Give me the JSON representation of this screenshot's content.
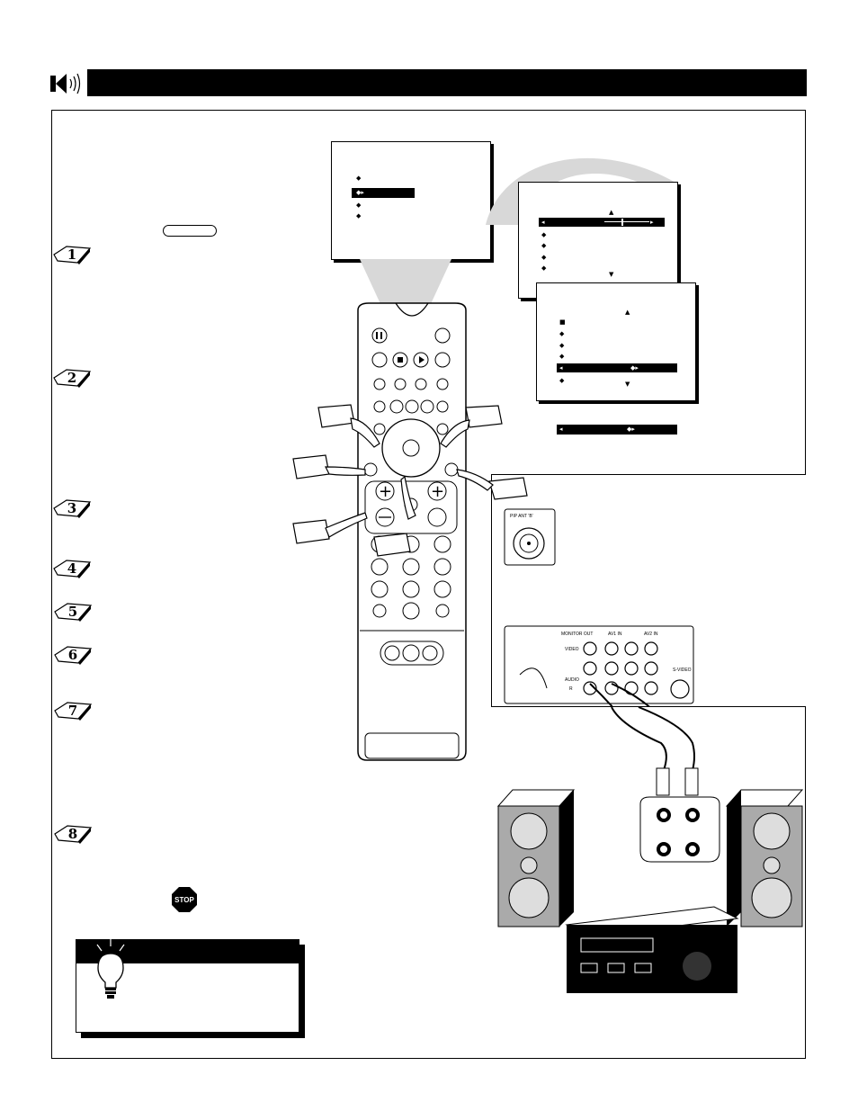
{
  "header": {
    "title": ""
  },
  "page": {
    "steps": [
      "1",
      "2",
      "3",
      "4",
      "5",
      "6",
      "7",
      "8"
    ],
    "stop_sign": "STOP"
  },
  "rear_panel": {
    "pip_label": "PIP ANT 'B'",
    "monitor_out": "MONITOR OUT",
    "av1_in": "AV1 IN",
    "av2_in": "AV2 IN",
    "video": "VIDEO",
    "audio": "AUDIO",
    "r": "R",
    "s_video": "S-VIDEO"
  }
}
